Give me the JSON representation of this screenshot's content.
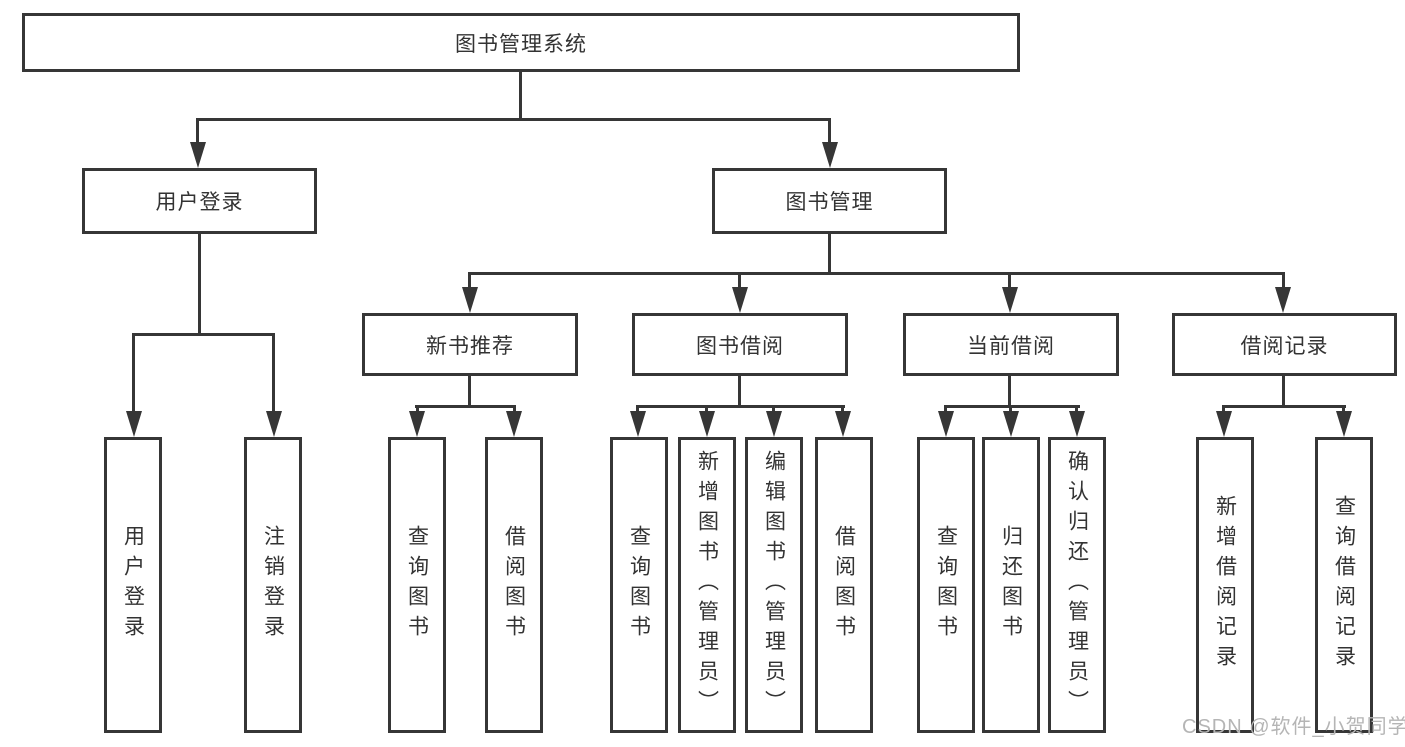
{
  "diagram": {
    "title": "图书管理系统",
    "level2": [
      {
        "label": "用户登录"
      },
      {
        "label": "图书管理"
      }
    ],
    "level3": [
      {
        "label": "新书推荐",
        "parent": "图书管理"
      },
      {
        "label": "图书借阅",
        "parent": "图书管理"
      },
      {
        "label": "当前借阅",
        "parent": "图书管理"
      },
      {
        "label": "借阅记录",
        "parent": "图书管理"
      }
    ],
    "leaves": [
      {
        "label": "用户登录",
        "parent": "用户登录"
      },
      {
        "label": "注销登录",
        "parent": "用户登录"
      },
      {
        "label": "查询图书",
        "parent": "新书推荐"
      },
      {
        "label": "借阅图书",
        "parent": "新书推荐"
      },
      {
        "label": "查询图书",
        "parent": "图书借阅"
      },
      {
        "label": "新增图书（管理员）",
        "parent": "图书借阅"
      },
      {
        "label": "编辑图书（管理员）",
        "parent": "图书借阅"
      },
      {
        "label": "借阅图书",
        "parent": "图书借阅"
      },
      {
        "label": "查询图书",
        "parent": "当前借阅"
      },
      {
        "label": "归还图书",
        "parent": "当前借阅"
      },
      {
        "label": "确认归还（管理员）",
        "parent": "当前借阅"
      },
      {
        "label": "新增借阅记录",
        "parent": "借阅记录"
      },
      {
        "label": "查询借阅记录",
        "parent": "借阅记录"
      }
    ],
    "watermark": "CSDN @软件_小贺同学",
    "colors": {
      "line": "#363636",
      "text": "#333333",
      "watermark": "#b5b5b5",
      "background": "#ffffff"
    }
  }
}
